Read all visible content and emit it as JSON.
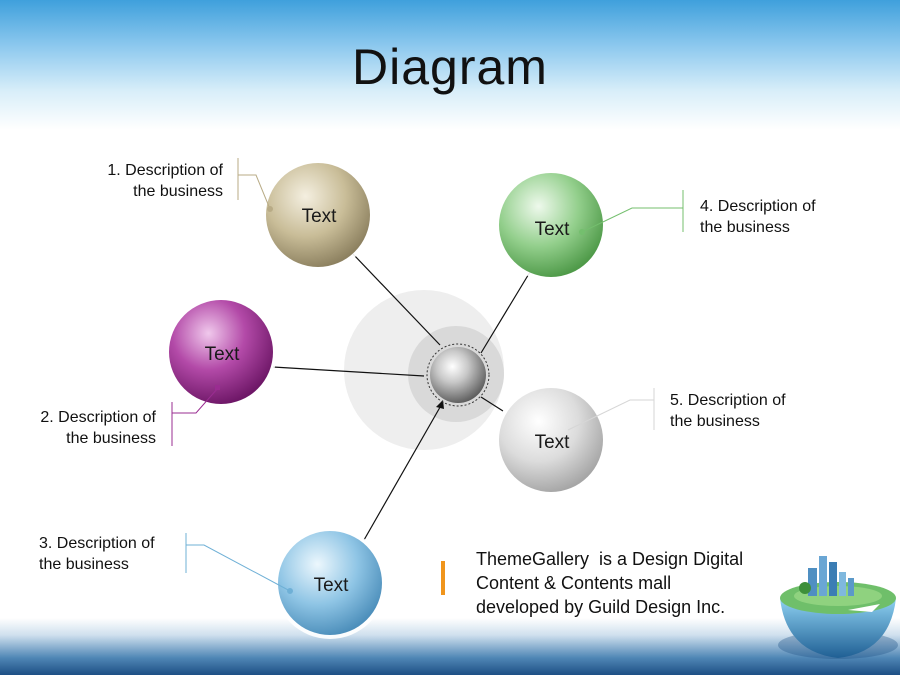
{
  "title": "Diagram",
  "center_hub": {
    "icon": "silver-sphere-icon"
  },
  "nodes": [
    {
      "label": "Text",
      "color": "#b8ab86",
      "description": [
        "1. Description of",
        "the business"
      ],
      "line_color": "#b8ab86"
    },
    {
      "label": "Text",
      "color": "#9a2c91",
      "description": [
        "2. Description of",
        "the business"
      ],
      "line_color": "#9a2c91"
    },
    {
      "label": "Text",
      "color": "#6fb0d6",
      "description": [
        "3. Description of",
        "the business"
      ],
      "line_color": "#6fb0d6"
    },
    {
      "label": "Text",
      "color": "#74bf6e",
      "description": [
        "4. Description of",
        "the business"
      ],
      "line_color": "#74bf6e"
    },
    {
      "label": "Text",
      "color": "#c9c9c9",
      "description": [
        "5. Description of",
        "the business"
      ],
      "line_color": "#cfcfcf"
    }
  ],
  "footer": {
    "lines": [
      "ThemeGallery  is a Design Digital",
      "Content & Contents mall",
      "developed by Guild Design Inc."
    ],
    "accent_color": "#f0951c",
    "logo": "city-globe-icon"
  }
}
